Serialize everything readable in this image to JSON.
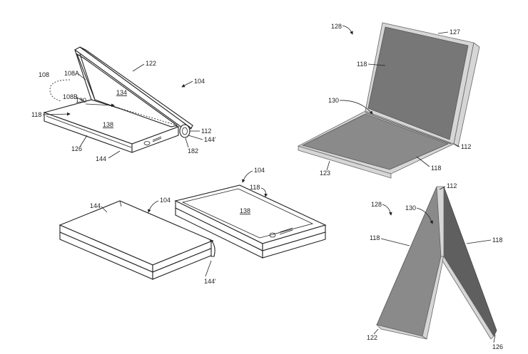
{
  "labels": {
    "l128a": "128",
    "l127": "127",
    "l118a": "118",
    "l130a": "130",
    "l112a": "112",
    "l123": "123",
    "l118b": "118",
    "l122a": "122",
    "l104a": "104",
    "l108": "108",
    "l108A": "108A",
    "l108B": "108B",
    "l130b": "130",
    "l134": "134",
    "l118c": "118",
    "l138a": "138",
    "l112b": "112",
    "l144pa": "144'",
    "l182": "182",
    "l126a": "126",
    "l144a": "144",
    "l104b": "104",
    "l118d": "118",
    "l138b": "138",
    "l144b": "144",
    "l104c": "104",
    "l144pb": "144'",
    "l112c": "112",
    "l128b": "128",
    "l130c": "130",
    "l118e": "118",
    "l118f": "118",
    "l122b": "122",
    "l126b": "126"
  },
  "colors": {
    "line": "#222222",
    "panel_light": "#8a8a8a",
    "panel_mid": "#777777",
    "panel_dark": "#5f5f5f",
    "edge": "#d6d6d6"
  }
}
